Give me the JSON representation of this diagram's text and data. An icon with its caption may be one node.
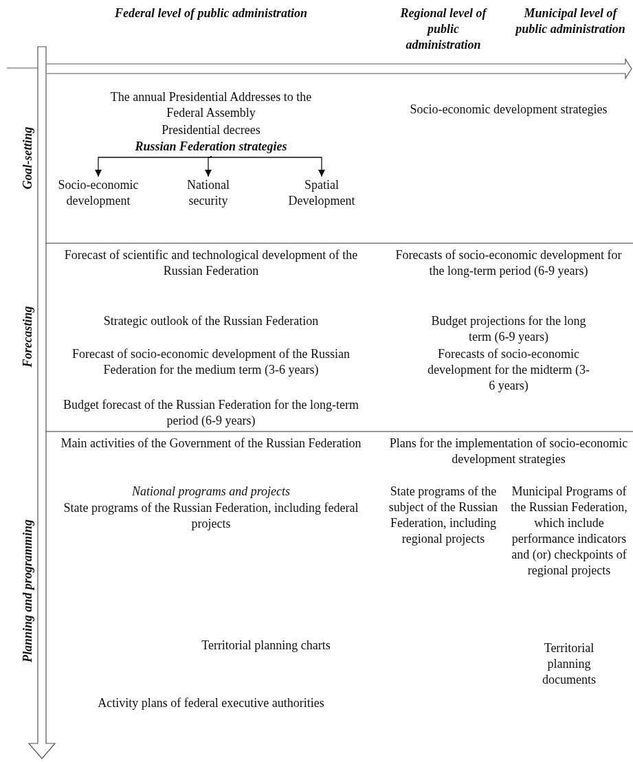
{
  "diagram": {
    "nodes": [
      {
        "text": [
          "Russian Federation strategies"
        ]
      },
      {
        "text": [
          "Socio-economic development"
        ]
      },
      {
        "text": [
          "National security"
        ]
      },
      {
        "text": [
          "Spatial Development"
        ]
      }
    ],
    "edges": [
      {
        "from": 0,
        "to": 1,
        "arrow": "to"
      },
      {
        "from": 0,
        "to": 2,
        "arrow": "to"
      },
      {
        "from": 0,
        "to": 3,
        "arrow": "to"
      }
    ],
    "labels": [
      "Federal level of public administration",
      "Regional level of public administration",
      "Municipal level of public administration",
      "Goal-setting",
      "The annual Presidential Addresses to the Federal Assembly",
      "Presidential decrees",
      "Socio-economic development strategies",
      "Forecasting",
      "Forecast of scientific and technological development of the Russian Federation",
      "Forecasts of socio-economic development for the long-term period (6-9 years)",
      "Strategic outlook of the Russian Federation",
      "Budget projections for the long term (6-9 years)",
      "Forecast of socio-economic development of the Russian Federation for the medium term (3-6 years)",
      "Forecasts of socio-economic development for the midterm (3-6 years)",
      "Budget forecast of the Russian Federation for the long-term period (6-9 years)",
      "Planning and programming",
      "Main activities of the Government of the Russian Federation",
      "Plans for the implementation of socio-economic development strategies",
      "National programs and projects",
      "State programs of the Russian Federation, including federal projects",
      "State programs of the subject of the Russian Federation, including regional projects",
      "Municipal Programs of the Russian Federation, which include performance indicators and (or) checkpoints of regional projects",
      "Territorial planning charts",
      "Territorial planning documents",
      "Activity plans of federal executive authorities"
    ]
  }
}
